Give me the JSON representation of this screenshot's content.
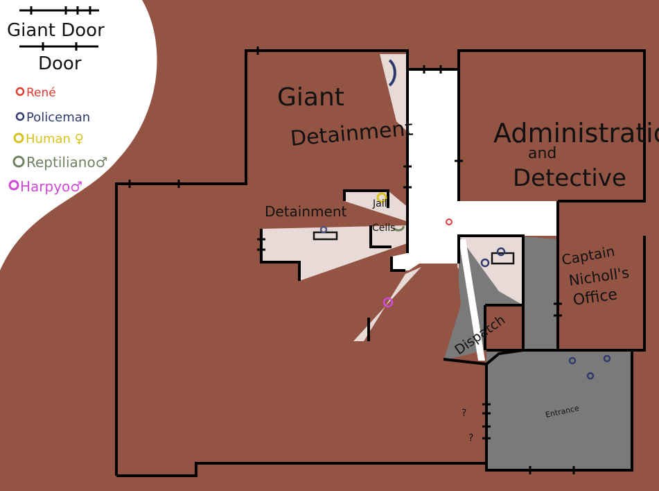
{
  "legend": {
    "giant_door_label": "Giant Door",
    "door_label": "Door",
    "characters": [
      {
        "label": "René",
        "color": "#e03a2e"
      },
      {
        "label": "Policeman",
        "color": "#2e3a6b"
      },
      {
        "label": "Human ♀",
        "color": "#d8c21c"
      },
      {
        "label": "Reptiliano♂",
        "color": "#6f8160"
      },
      {
        "label": "Harpyo♂",
        "color": "#d04ad6"
      }
    ]
  },
  "rooms": {
    "giant_detainment_1": "Giant",
    "giant_detainment_2": "Detainment",
    "detainment": "Detainment",
    "jail": "Jail",
    "cells": "Cells",
    "admin_1": "Administration",
    "admin_2": "and",
    "admin_3": "Detective",
    "captain_1": "Captain",
    "captain_2": "Nicholl's",
    "captain_3": "Office",
    "dispatch": "Dispatch",
    "entrance": "Entrance",
    "unknown_1": "?",
    "unknown_2": "?"
  },
  "colors": {
    "background": "#935444",
    "lit": "#ffffff",
    "dim_lit": "#e8dbd7",
    "shadow": "#7a7a7a"
  }
}
